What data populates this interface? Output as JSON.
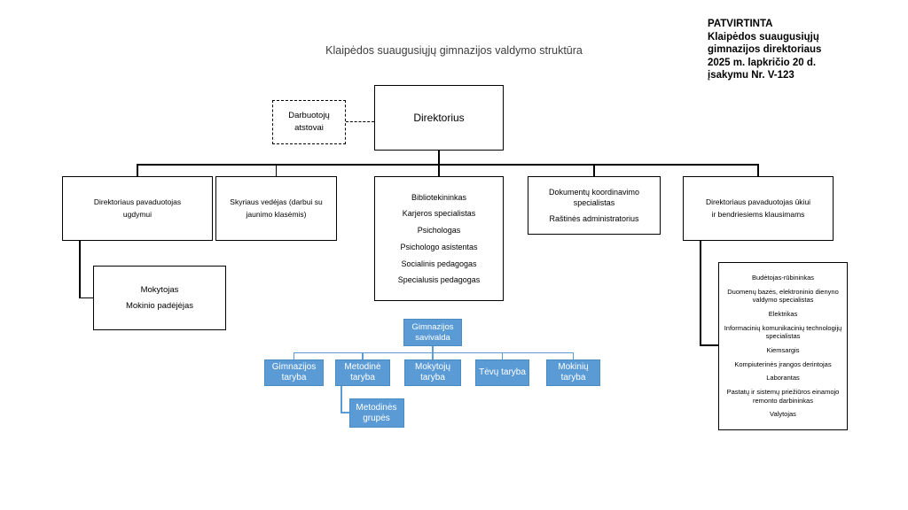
{
  "title": "Klaipėdos suaugusiųjų gimnazijos valdymo struktūra",
  "approval": {
    "lines": [
      "PATVIRTINTA",
      "Klaipėdos suaugusiųjų",
      "gimnazijos direktoriaus",
      "2025 m.  lapkričio 20 d.",
      "įsakymu Nr. V-123"
    ]
  },
  "nodes": {
    "director": "Direktorius",
    "employee_reps": {
      "lines": [
        "Darbuotojų",
        "atstovai"
      ]
    },
    "deputy_education": {
      "lines": [
        "Direktoriaus pavaduotojas",
        "ugdymui"
      ]
    },
    "department_head": {
      "lines": [
        "Skyriaus vedėjas (darbui su",
        "jaunimo klasėmis)"
      ]
    },
    "specialists": {
      "items": [
        "Bibliotekininkas",
        "Karjeros specialistas",
        "Psichologas",
        "Psichologo asistentas",
        "Socialinis pedagogas",
        "Specialusis pedagogas"
      ]
    },
    "document_office": {
      "items": [
        "Dokumentų koordinavimo specialistas",
        "Raštinės administratorius"
      ]
    },
    "deputy_facilities": {
      "lines": [
        "Direktoriaus pavaduotojas ūkiui",
        "ir bendriesiems klausimams"
      ]
    },
    "teachers": {
      "items": [
        "Mokytojas",
        "Mokinio padėjėjas"
      ]
    },
    "staff": {
      "items": [
        "Budėtojas-rūbininkas",
        "Duomenų bazės,  elektroninio dienyno valdymo specialistas",
        "Elektrikas",
        "Informacinių komunikacinių technologijų specialistas",
        "Kiemsargis",
        "Kompiuterinės įrangos derintojas",
        "Laborantas",
        "Pastatų ir sistemų priežiūros einamojo remonto darbininkas",
        "Valytojas"
      ]
    }
  },
  "self_governance": {
    "root": "Gimnazijos savivalda",
    "councils": [
      "Gimnazijos taryba",
      "Metodinė taryba",
      "Mokytojų taryba",
      "Tėvų taryba",
      "Mokinių taryba"
    ],
    "methodical_groups": "Metodinės grupės"
  },
  "colors": {
    "accent_blue": "#5B9BD5",
    "accent_blue_border": "#4A8BC2",
    "line_black": "#000000",
    "title_gray": "#3D3D3D"
  }
}
